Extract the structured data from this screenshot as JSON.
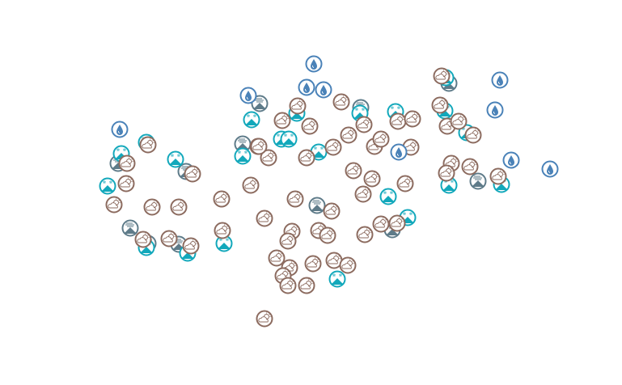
{
  "map": {
    "marker_types": {
      "rain": {
        "icon": "raindrop-icon",
        "color": "#4a82b8"
      },
      "snow": {
        "icon": "snow-mountain-icon",
        "color": "#12a8bb"
      },
      "cloudy": {
        "icon": "partly-cloudy-icon",
        "color": "#8c6b5f"
      },
      "wind": {
        "icon": "wind-mountain-icon",
        "color": "#5e7b89"
      }
    },
    "markers": {
      "rain": 10,
      "wind": 12,
      "snow": 23,
      "cloudy": 61
    }
  }
}
